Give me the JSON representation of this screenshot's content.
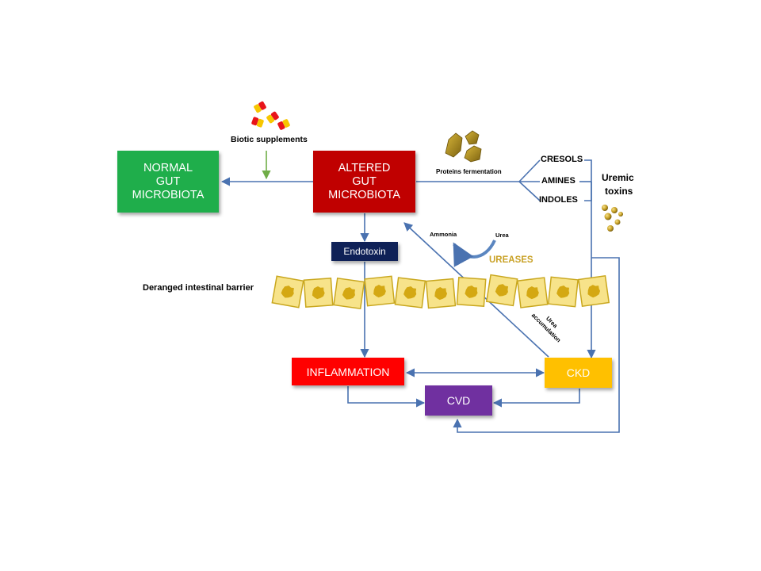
{
  "boxes": {
    "normal": {
      "lines": [
        "NORMAL",
        "GUT",
        "MICROBIOTA"
      ],
      "color": "#1fae4b"
    },
    "altered": {
      "lines": [
        "ALTERED",
        "GUT",
        "MICROBIOTA"
      ],
      "color": "#c00000"
    },
    "endotoxin": {
      "label": "Endotoxin",
      "color": "#0f2157"
    },
    "inflammation": {
      "label": "INFLAMMATION",
      "color": "#ff0000"
    },
    "ckd": {
      "label": "CKD",
      "color": "#ffc000"
    },
    "cvd": {
      "label": "CVD",
      "color": "#7030a0"
    }
  },
  "labels": {
    "biotic": "Biotic supplements",
    "proteins": "Proteins fermentation",
    "cresols": "CRESOLS",
    "amines": "AMINES",
    "indoles": "INDOLES",
    "uremic_line1": "Uremic",
    "uremic_line2": "toxins",
    "ammonia": "Ammonia",
    "urea": "Urea",
    "ureases": "UREASES",
    "barrier": "Deranged intestinal barrier",
    "urea_acc_line1": "Urea",
    "urea_acc_line2": "accumulation"
  },
  "colors": {
    "arrow": "#4a72b0",
    "green_arrow": "#70ad47",
    "cell_fill": "#f7e38a",
    "cell_border": "#c9a71e",
    "nucleus": "#d4a813",
    "ureases_text": "#c9a227",
    "protein_chunk": "#a6850e",
    "toxin_ball": "#c9a227",
    "pill_red": "#e8141a",
    "pill_yellow": "#f7c600"
  },
  "icons": {
    "supplements": "capsule-pills-icon",
    "proteins": "protein-chunks-icon",
    "toxins": "toxin-spheres-icon"
  },
  "barrier_cells": 11
}
